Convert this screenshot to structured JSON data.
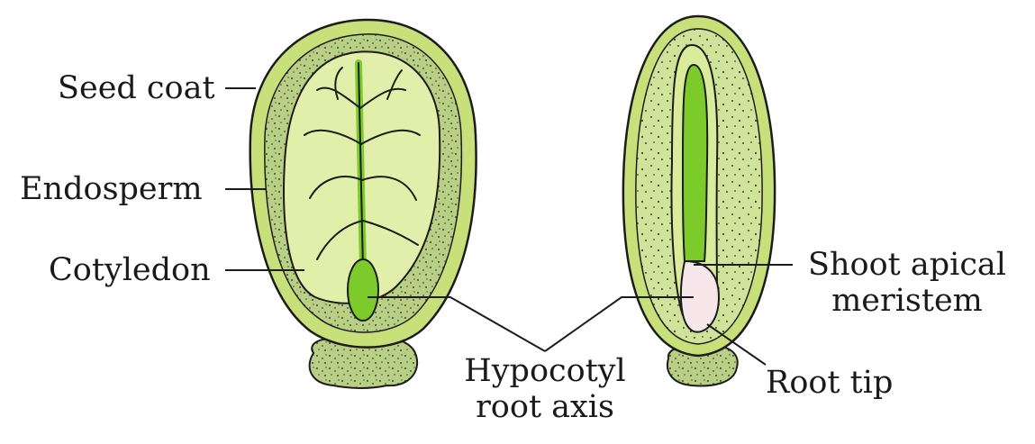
{
  "labels": {
    "seed_coat": "Seed coat",
    "endosperm": "Endosperm",
    "cotyledon": "Cotyledon",
    "hypocotyl_line1": "Hypocotyl",
    "hypocotyl_line2": "root axis",
    "shoot_line1": "Shoot apical",
    "shoot_line2": "meristem",
    "root_tip": "Root tip"
  },
  "colors": {
    "seed_coat": "#c8e07a",
    "endosperm": "#b9cf8a",
    "cotyledon": "#e2efaa",
    "embryo_green": "#7ccb2a",
    "root_tip": "#f7e6ea",
    "outline": "#1c1c1c"
  }
}
